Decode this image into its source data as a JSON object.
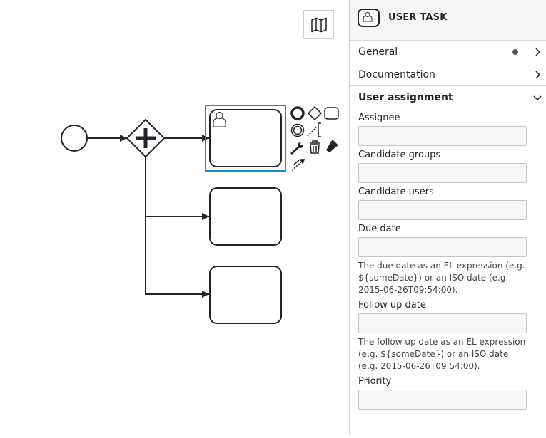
{
  "canvas": {
    "minimap_toggle_icon": "map-icon",
    "selection_color": "#1b8ad1",
    "context_pad_icons": [
      "end-event-icon",
      "gateway-icon",
      "task-icon",
      "intermediate-event-icon",
      "text-annotation-icon",
      "wrench-icon",
      "trash-icon",
      "paintbrush-icon",
      "connect-icon"
    ]
  },
  "panel": {
    "header": {
      "title": "USER TASK",
      "icon": "user-task-icon"
    },
    "groups": [
      {
        "label": "General",
        "expanded": false,
        "has_indicator": true
      },
      {
        "label": "Documentation",
        "expanded": false,
        "has_indicator": false
      },
      {
        "label": "User assignment",
        "expanded": true,
        "has_indicator": false
      }
    ],
    "fields": {
      "assignee": {
        "label": "Assignee",
        "value": ""
      },
      "candidate_groups": {
        "label": "Candidate groups",
        "value": ""
      },
      "candidate_users": {
        "label": "Candidate users",
        "value": ""
      },
      "due_date": {
        "label": "Due date",
        "value": "",
        "description": "The due date as an EL expression (e.g. ${someDate}) or an ISO date (e.g. 2015-06-26T09:54:00)."
      },
      "follow_up_date": {
        "label": "Follow up date",
        "value": "",
        "description": "The follow up date as an EL expression (e.g. ${someDate}) or an ISO date (e.g. 2015-06-26T09:54:00)."
      },
      "priority": {
        "label": "Priority",
        "value": ""
      }
    }
  }
}
